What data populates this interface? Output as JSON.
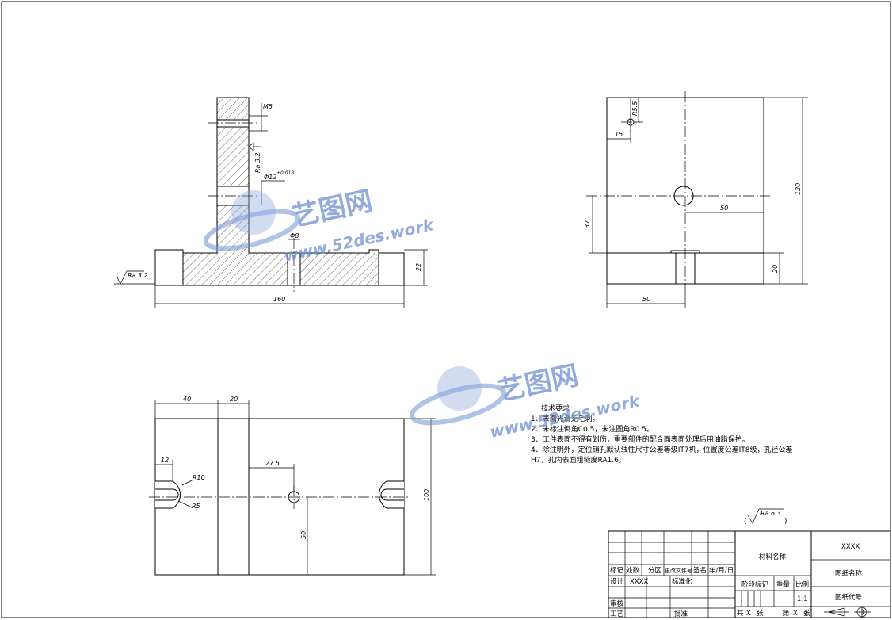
{
  "dims": {
    "m5": "M5",
    "ra32_vert": "Ra 3.2",
    "hole_phi12": "Φ12",
    "hole_tol": "+0.018",
    "phi8": "Φ8",
    "ra32_left": "Ra 3.2",
    "height22": "22",
    "width160": "160",
    "r55": "R5.5",
    "d15": "15",
    "d50_center": "50",
    "d37": "37",
    "d120": "120",
    "d20": "20",
    "d50_bottom": "50",
    "d40": "40",
    "d20_top": "20",
    "d12": "12",
    "r10": "R10",
    "r5": "R5",
    "d275": "27.5",
    "d50_vert": "50",
    "d100": "100"
  },
  "tech_notes": {
    "title": "技术要求",
    "items": [
      "1、表面光滑无毛刺。",
      "2、未标注倒角C0.5，未注圆角R0.5。",
      "3、工件表面不得有划伤，重要部件的配合面表面处理后用油脂保护。",
      "4、除注明外，定位销孔默认线性尺寸公差等级IT7机，位置度公差IT8级，孔径公差",
      "H7，孔内表面粗糙度RA1.6。"
    ]
  },
  "roughness_general": "Ra 6.3",
  "title_block": {
    "biaoji": "标记",
    "chushu": "处数",
    "fenqu": "分区",
    "gengai": "更改文件号",
    "qianming": "签名",
    "nyr": "年/月/日",
    "sheji": "设计",
    "sheji_val": "XXXX",
    "biaozhunhua": "标准化",
    "shenhe": "审核",
    "gongyi": "工艺",
    "pizhun": "批准",
    "cailiao": "材料名称",
    "jieduan": "阶段标记",
    "zhongliang": "重量",
    "bili": "比例",
    "bili_val": "1:1",
    "gong": "共",
    "x1": "X",
    "zhang1": "张",
    "di": "第",
    "x2": "X",
    "zhang2": "张",
    "company": "XXXX",
    "tuzhi_mingcheng": "图纸名称",
    "tuzhi_daihao": "图纸代号"
  },
  "watermark": {
    "brand": "艺图网",
    "url": "www.52des.work"
  }
}
